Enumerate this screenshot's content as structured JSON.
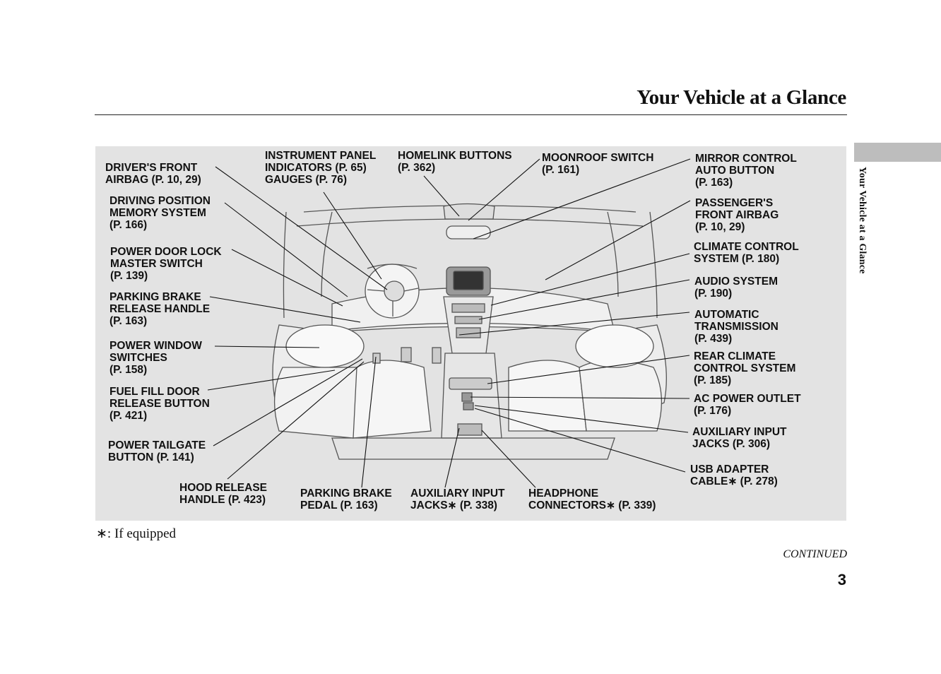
{
  "header": {
    "title": "Your Vehicle at a Glance"
  },
  "side_tab": {
    "text": "Your Vehicle at a Glance"
  },
  "labels": {
    "drivers_front_airbag": "DRIVER'S FRONT\nAIRBAG (P. 10, 29)",
    "driving_position_memory": "DRIVING POSITION\nMEMORY SYSTEM\n(P. 166)",
    "power_door_lock": "POWER DOOR LOCK\nMASTER SWITCH\n(P. 139)",
    "parking_brake_release": "PARKING BRAKE\nRELEASE HANDLE\n(P. 163)",
    "power_window_switches": "POWER WINDOW\nSWITCHES\n(P. 158)",
    "fuel_fill_door": "FUEL FILL DOOR\nRELEASE BUTTON\n(P. 421)",
    "power_tailgate": "POWER TAILGATE\nBUTTON (P. 141)",
    "hood_release": "HOOD RELEASE\nHANDLE (P. 423)",
    "parking_brake_pedal": "PARKING BRAKE\nPEDAL (P. 163)",
    "aux_input_jacks_front": "AUXILIARY INPUT\nJACKS∗ (P. 338)",
    "headphone_connectors": "HEADPHONE\nCONNECTORS∗ (P. 339)",
    "instrument_panel": "INSTRUMENT PANEL\nINDICATORS (P. 65)\nGAUGES (P. 76)",
    "homelink": "HOMELINK BUTTONS\n(P. 362)",
    "moonroof": "MOONROOF SWITCH\n(P. 161)",
    "mirror_control": "MIRROR CONTROL\nAUTO BUTTON\n(P. 163)",
    "passenger_airbag": "PASSENGER'S\nFRONT AIRBAG\n(P. 10, 29)",
    "climate_control": "CLIMATE CONTROL\nSYSTEM (P. 180)",
    "audio_system": "AUDIO SYSTEM\n(P. 190)",
    "automatic_transmission": "AUTOMATIC\nTRANSMISSION\n(P. 439)",
    "rear_climate": "REAR CLIMATE\nCONTROL SYSTEM\n(P. 185)",
    "ac_power_outlet": "AC POWER OUTLET\n(P. 176)",
    "aux_input_jacks_rear": "AUXILIARY INPUT\nJACKS (P. 306)",
    "usb_adapter": "USB ADAPTER\nCABLE∗ (P. 278)"
  },
  "footnote": "∗: If equipped",
  "continued": "CONTINUED",
  "page_number": "3"
}
